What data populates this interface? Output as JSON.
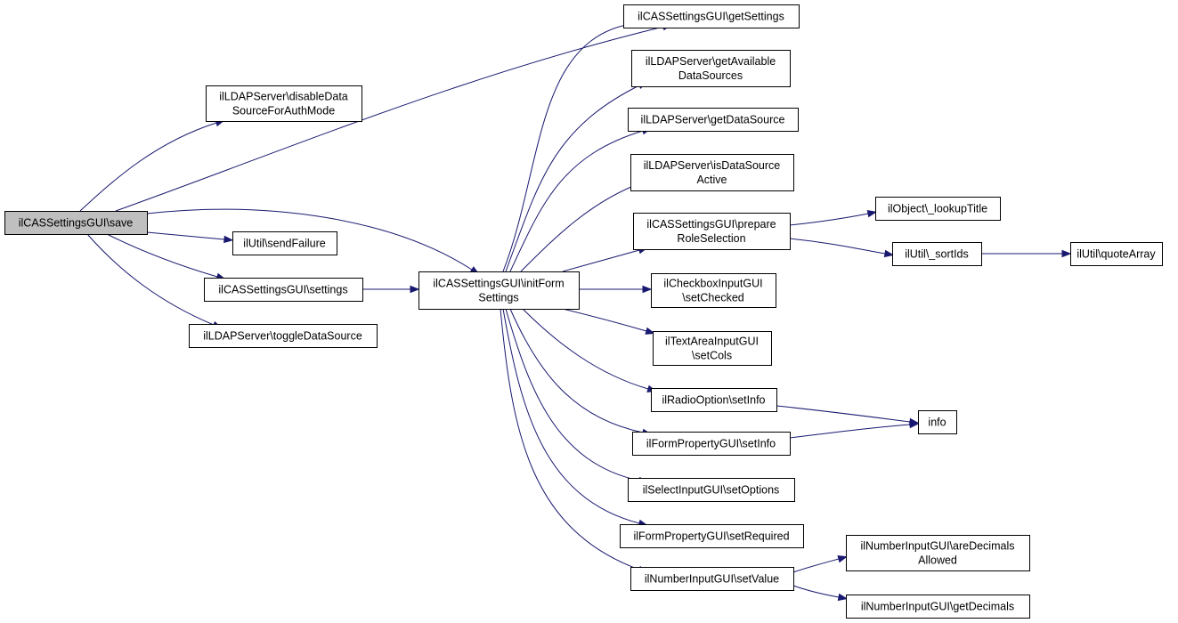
{
  "diagram": {
    "colors": {
      "edge": "#191970",
      "node_fill": "#ffffff",
      "root_fill": "#bfbfbf",
      "border": "#000000"
    },
    "nodes": {
      "save": [
        "ilCASSettingsGUI\\save"
      ],
      "disable": [
        "ilLDAPServer\\disableData",
        "SourceForAuthMode"
      ],
      "sendFailure": [
        "ilUtil\\sendFailure"
      ],
      "settings": [
        "ilCASSettingsGUI\\settings"
      ],
      "toggle": [
        "ilLDAPServer\\toggleDataSource"
      ],
      "initForm": [
        "ilCASSettingsGUI\\initForm",
        "Settings"
      ],
      "getSettings": [
        "ilCASSettingsGUI\\getSettings"
      ],
      "getAvail": [
        "ilLDAPServer\\getAvailable",
        "DataSources"
      ],
      "getDataSource": [
        "ilLDAPServer\\getDataSource"
      ],
      "isActive": [
        "ilLDAPServer\\isDataSource",
        "Active"
      ],
      "prepareRole": [
        "ilCASSettingsGUI\\prepare",
        "RoleSelection"
      ],
      "setChecked": [
        "ilCheckboxInputGUI",
        "\\setChecked"
      ],
      "setCols": [
        "ilTextAreaInputGUI",
        "\\setCols"
      ],
      "radioInfo": [
        "ilRadioOption\\setInfo"
      ],
      "formInfo": [
        "ilFormPropertyGUI\\setInfo"
      ],
      "setOptions": [
        "ilSelectInputGUI\\setOptions"
      ],
      "setRequired": [
        "ilFormPropertyGUI\\setRequired"
      ],
      "setValue": [
        "ilNumberInputGUI\\setValue"
      ],
      "lookupTitle": [
        "ilObject\\_lookupTitle"
      ],
      "sortIds": [
        "ilUtil\\_sortIds"
      ],
      "quoteArray": [
        "ilUtil\\quoteArray"
      ],
      "info": [
        "info"
      ],
      "areDecimals": [
        "ilNumberInputGUI\\areDecimals",
        "Allowed"
      ],
      "getDecimals": [
        "ilNumberInputGUI\\getDecimals"
      ]
    }
  }
}
